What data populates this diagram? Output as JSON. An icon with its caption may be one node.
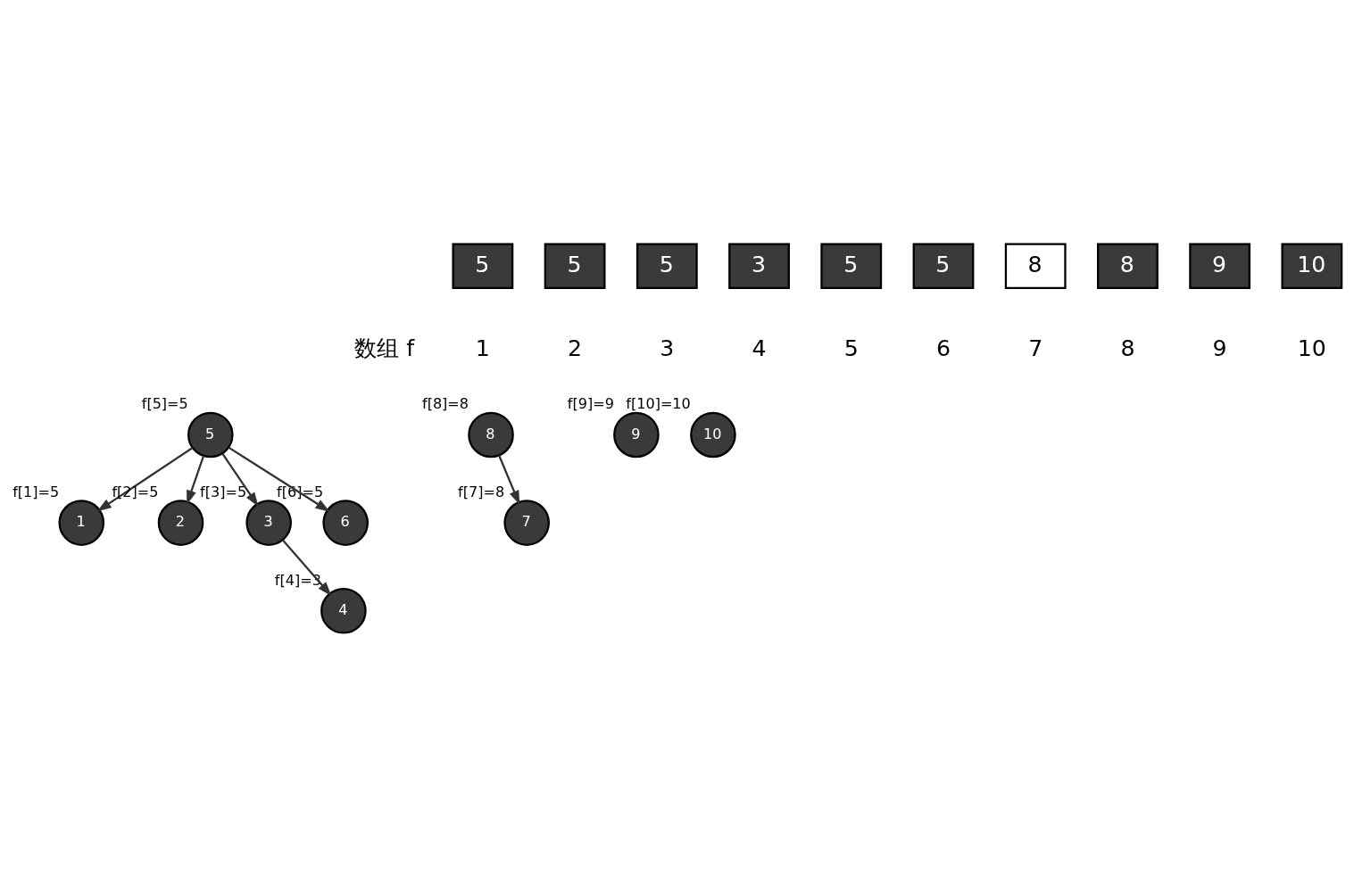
{
  "diagram": {
    "nodes": [
      {
        "text": [
          "5"
        ]
      },
      {
        "text": [
          "5"
        ]
      },
      {
        "text": [
          "5"
        ]
      },
      {
        "text": [
          "3"
        ]
      },
      {
        "text": [
          "5"
        ]
      },
      {
        "text": [
          "5"
        ]
      },
      {
        "text": [
          "8"
        ]
      },
      {
        "text": [
          "8"
        ]
      },
      {
        "text": [
          "9"
        ]
      },
      {
        "text": [
          "10"
        ]
      },
      {
        "text": [
          "5"
        ],
        "beside": [
          "f[5]=5"
        ]
      },
      {
        "text": [
          "1"
        ],
        "beside": [
          "f[1]=5"
        ]
      },
      {
        "text": [
          "2"
        ],
        "beside": [
          "f[2]=5"
        ]
      },
      {
        "text": [
          "3"
        ],
        "beside": [
          "f[3]=5"
        ]
      },
      {
        "text": [
          "8"
        ],
        "beside": [
          "f[8]=8"
        ]
      },
      {
        "text": [
          "6"
        ],
        "beside": [
          "f[6]=5"
        ]
      },
      {
        "text": [
          "7"
        ],
        "beside": [
          "f[7]=8"
        ]
      },
      {
        "text": [
          "4"
        ],
        "beside": [
          "f[4]=3"
        ]
      },
      {
        "text": [
          "9"
        ],
        "beside": [
          "f[9]=9"
        ]
      },
      {
        "text": [
          "10"
        ],
        "beside": [
          "f[10]=10"
        ]
      }
    ],
    "edges": [
      {
        "from": 10,
        "to": 12,
        "arrow": "to"
      },
      {
        "from": 10,
        "to": 11,
        "arrow": "to"
      },
      {
        "from": 10,
        "to": 13,
        "arrow": "to"
      },
      {
        "from": 10,
        "to": 15,
        "arrow": "to"
      },
      {
        "from": 13,
        "to": 17,
        "arrow": "to"
      },
      {
        "from": 14,
        "to": 16,
        "arrow": "to"
      }
    ],
    "labels": [
      "数组 f",
      "1",
      "2",
      "3",
      "4",
      "5",
      "6",
      "7",
      "8",
      "9",
      "10"
    ]
  }
}
